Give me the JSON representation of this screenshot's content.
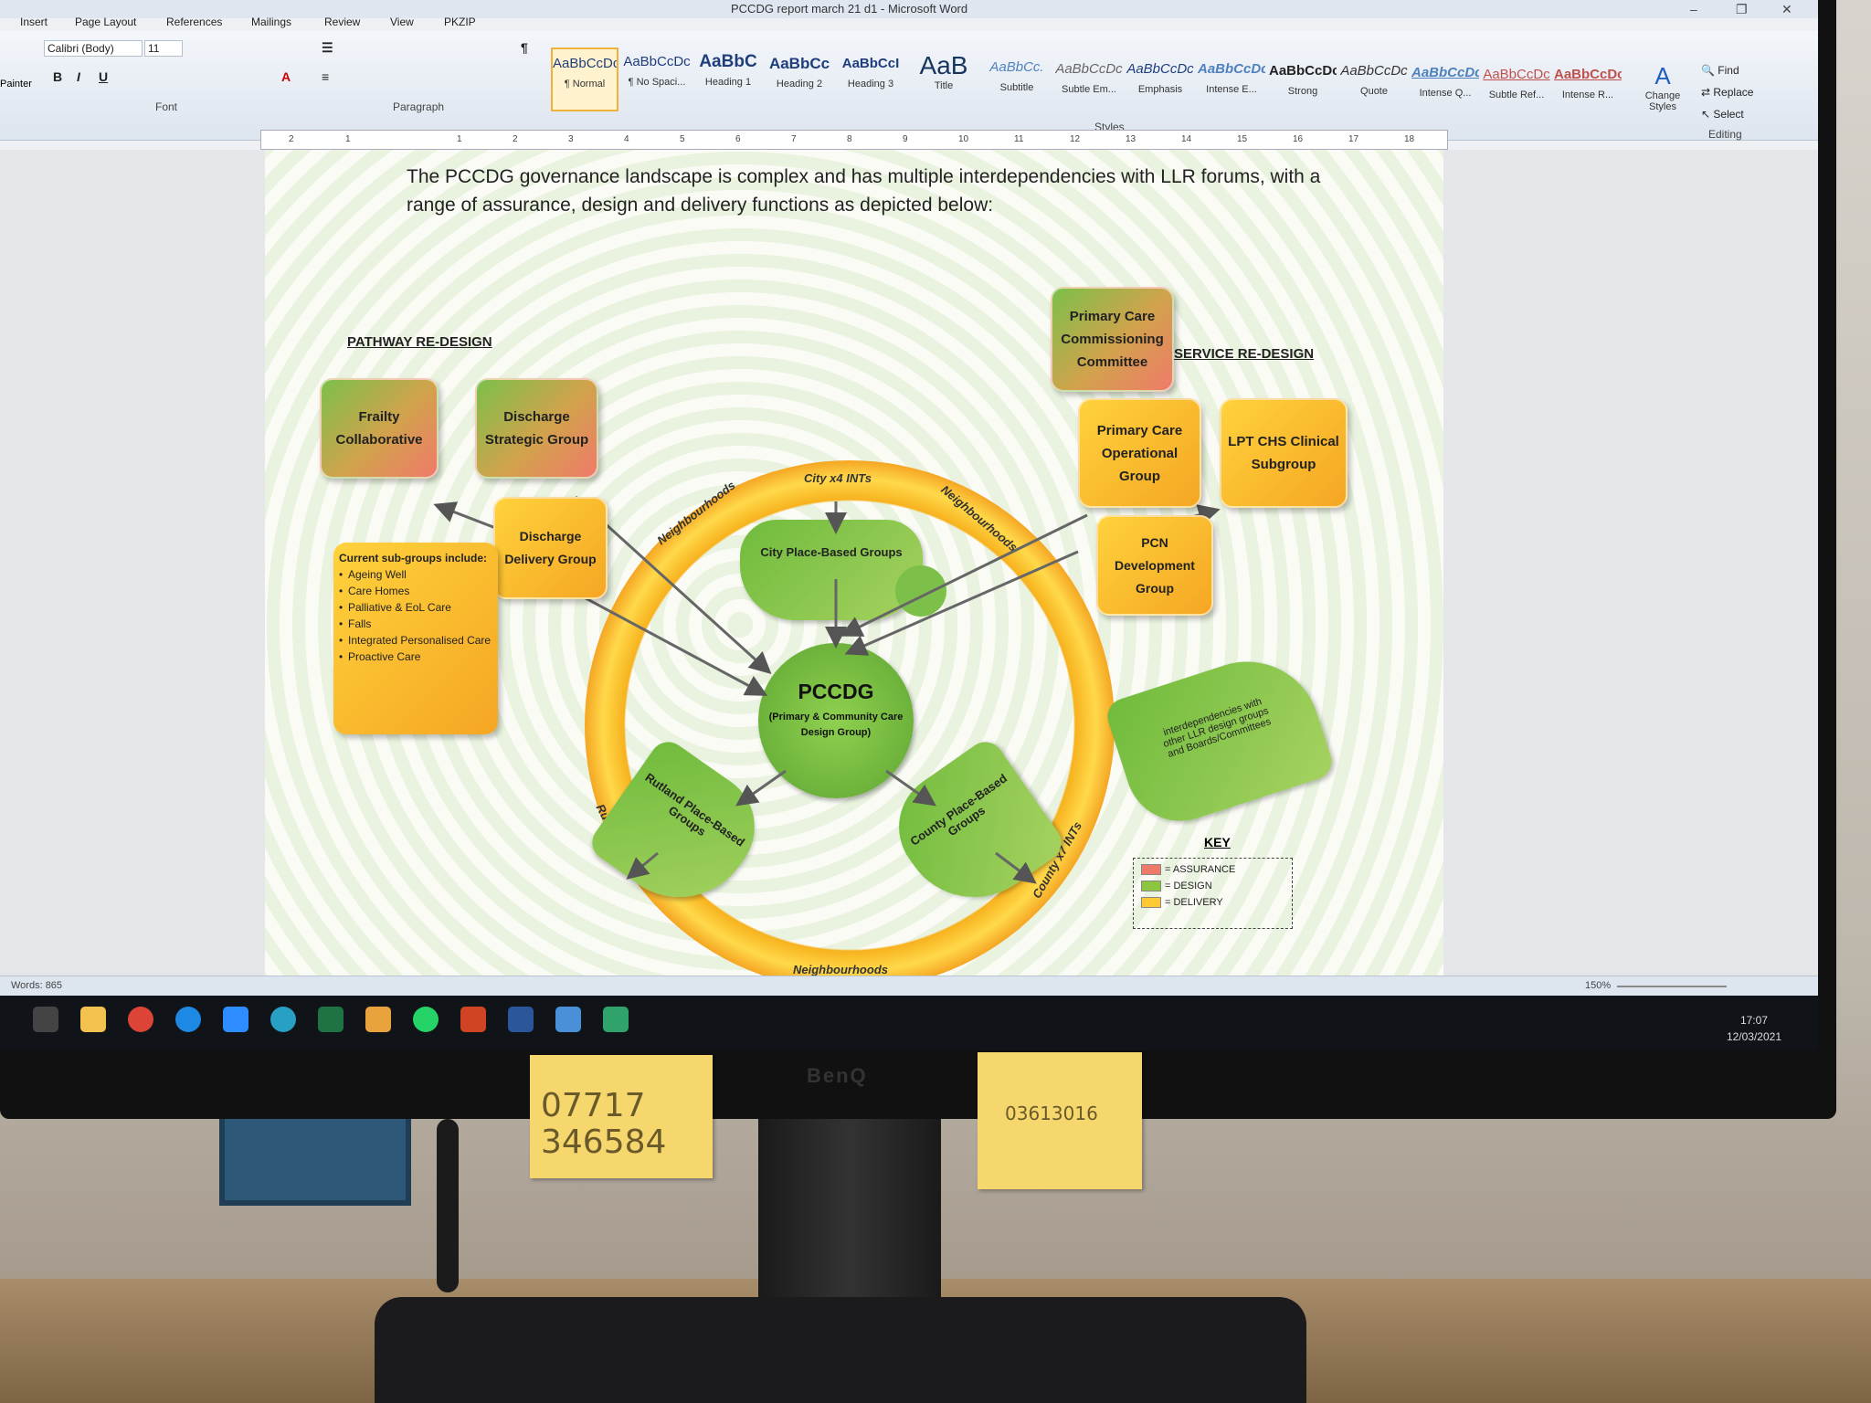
{
  "window": {
    "title": "PCCDG report march 21 d1 - Microsoft Word"
  },
  "tabs": [
    "Insert",
    "Page Layout",
    "References",
    "Mailings",
    "Review",
    "View",
    "PKZIP"
  ],
  "ribbon": {
    "painter": "Painter",
    "font_name": "Calibri (Body)",
    "font_size": "11",
    "group_font": "Font",
    "group_paragraph": "Paragraph",
    "group_styles": "Styles",
    "group_editing": "Editing",
    "styles": [
      {
        "preview": "AaBbCcDc",
        "name": "¶ Normal"
      },
      {
        "preview": "AaBbCcDc",
        "name": "¶ No Spaci..."
      },
      {
        "preview": "AaBbC",
        "name": "Heading 1"
      },
      {
        "preview": "AaBbCc",
        "name": "Heading 2"
      },
      {
        "preview": "AaBbCcI",
        "name": "Heading 3"
      },
      {
        "preview": "AaB",
        "name": "Title"
      },
      {
        "preview": "AaBbCc.",
        "name": "Subtitle"
      },
      {
        "preview": "AaBbCcDc",
        "name": "Subtle Em..."
      },
      {
        "preview": "AaBbCcDc",
        "name": "Emphasis"
      },
      {
        "preview": "AaBbCcDc",
        "name": "Intense E..."
      },
      {
        "preview": "AaBbCcDc",
        "name": "Strong"
      },
      {
        "preview": "AaBbCcDc",
        "name": "Quote"
      },
      {
        "preview": "AaBbCcDc",
        "name": "Intense Q..."
      },
      {
        "preview": "AaBbCcDc",
        "name": "Subtle Ref..."
      },
      {
        "preview": "AaBbCcDc",
        "name": "Intense R..."
      }
    ],
    "change_styles": "Change Styles",
    "find": "Find",
    "replace": "Replace",
    "select": "Select"
  },
  "ruler": [
    "2",
    "1",
    "1",
    "2",
    "3",
    "4",
    "5",
    "6",
    "7",
    "8",
    "9",
    "10",
    "11",
    "12",
    "13",
    "14",
    "15",
    "16",
    "17",
    "18"
  ],
  "document": {
    "intro": "The PCCDG governance landscape is complex and has multiple interdependencies with LLR forums, with a range of assurance, design and delivery functions as depicted below:"
  },
  "diagram": {
    "pathway_header": "PATHWAY RE-DESIGN",
    "service_header": "SERVICE RE-DESIGN",
    "frailty": "Frailty Collaborative",
    "discharge_strategic": "Discharge Strategic Group",
    "discharge_delivery": "Discharge Delivery Group",
    "subgroups_title": "Current sub-groups include:",
    "subgroups": [
      "Ageing Well",
      "Care Homes",
      "Palliative & EoL Care",
      "Falls",
      "Integrated Personalised Care",
      "Proactive Care"
    ],
    "pccc": "Primary Care Commissioning Committee",
    "pc_operational": "Primary Care Operational Group",
    "lpt_chs": "LPT CHS Clinical Subgroup",
    "pcn_dev": "PCN Development Group",
    "ring_top": "City x4 INTs",
    "ring_left_top": "Neighbourhoods",
    "ring_right_top": "Neighbourhoods",
    "ring_bottom": "Neighbourhoods",
    "ring_left_bottom": "Rutland x1 INT",
    "ring_right_bottom": "County x7 INTs",
    "city_groups": "City Place-Based Groups",
    "rutland_groups": "Rutland Place-Based Groups",
    "county_groups": "County Place-Based Groups",
    "center_title": "PCCDG",
    "center_sub": "(Primary & Community Care Design Group)",
    "interdependencies": "interdependencies with other LLR design groups and Boards/Committees",
    "key_title": "KEY",
    "key_assurance": "= ASSURANCE",
    "key_design": "= DESIGN",
    "key_delivery": "= DELIVERY",
    "colors": {
      "assurance": "#f07a6a",
      "design": "#8cc63f",
      "delivery": "#ffc933"
    }
  },
  "statusbar": {
    "words": "Words: 865",
    "zoom": "150%"
  },
  "taskbar": {
    "time": "17:07",
    "date": "12/03/2021",
    "icons": [
      "task-view-icon",
      "file-explorer-icon",
      "chrome-icon",
      "edge-icon",
      "zoom-icon",
      "browser-icon",
      "excel-icon",
      "outlook-icon",
      "whatsapp-icon",
      "powerpoint-icon",
      "word-icon",
      "remote-desktop-icon",
      "publisher-icon"
    ]
  },
  "physical": {
    "monitor_brand": "BenQ",
    "sticky_note_1": "07717 346584",
    "sticky_note_2": "03613016"
  }
}
